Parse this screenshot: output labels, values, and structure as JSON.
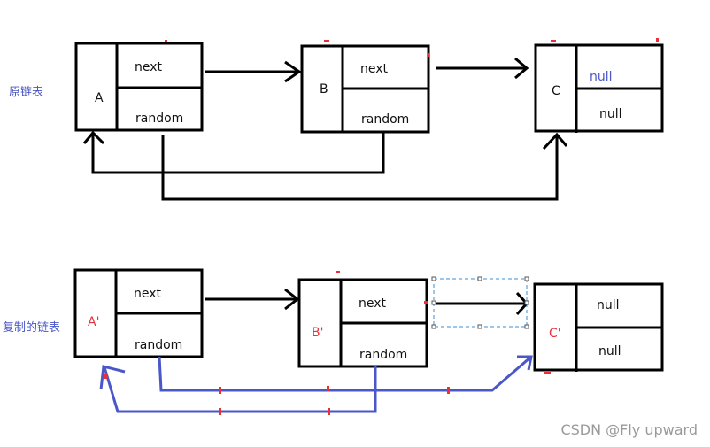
{
  "original_list": {
    "label": "原链表",
    "nodes": [
      {
        "name": "A",
        "next": "next",
        "random": "random"
      },
      {
        "name": "B",
        "next": "next",
        "random": "random"
      },
      {
        "name": "C",
        "next": "null",
        "random": "null"
      }
    ]
  },
  "copied_list": {
    "label": "复制的链表",
    "nodes": [
      {
        "name": "A'",
        "next": "next",
        "random": "random"
      },
      {
        "name": "B'",
        "next": "next",
        "random": "random"
      },
      {
        "name": "C'",
        "next": "null",
        "random": "null"
      }
    ]
  },
  "colors": {
    "original_line": "#000000",
    "copy_random_line": "#4a57c8",
    "copy_node_name": "#e8303a",
    "label_blue": "#4a57c8",
    "selection_dash": "#3a8fd6"
  },
  "watermark": "CSDN @Fly upward"
}
